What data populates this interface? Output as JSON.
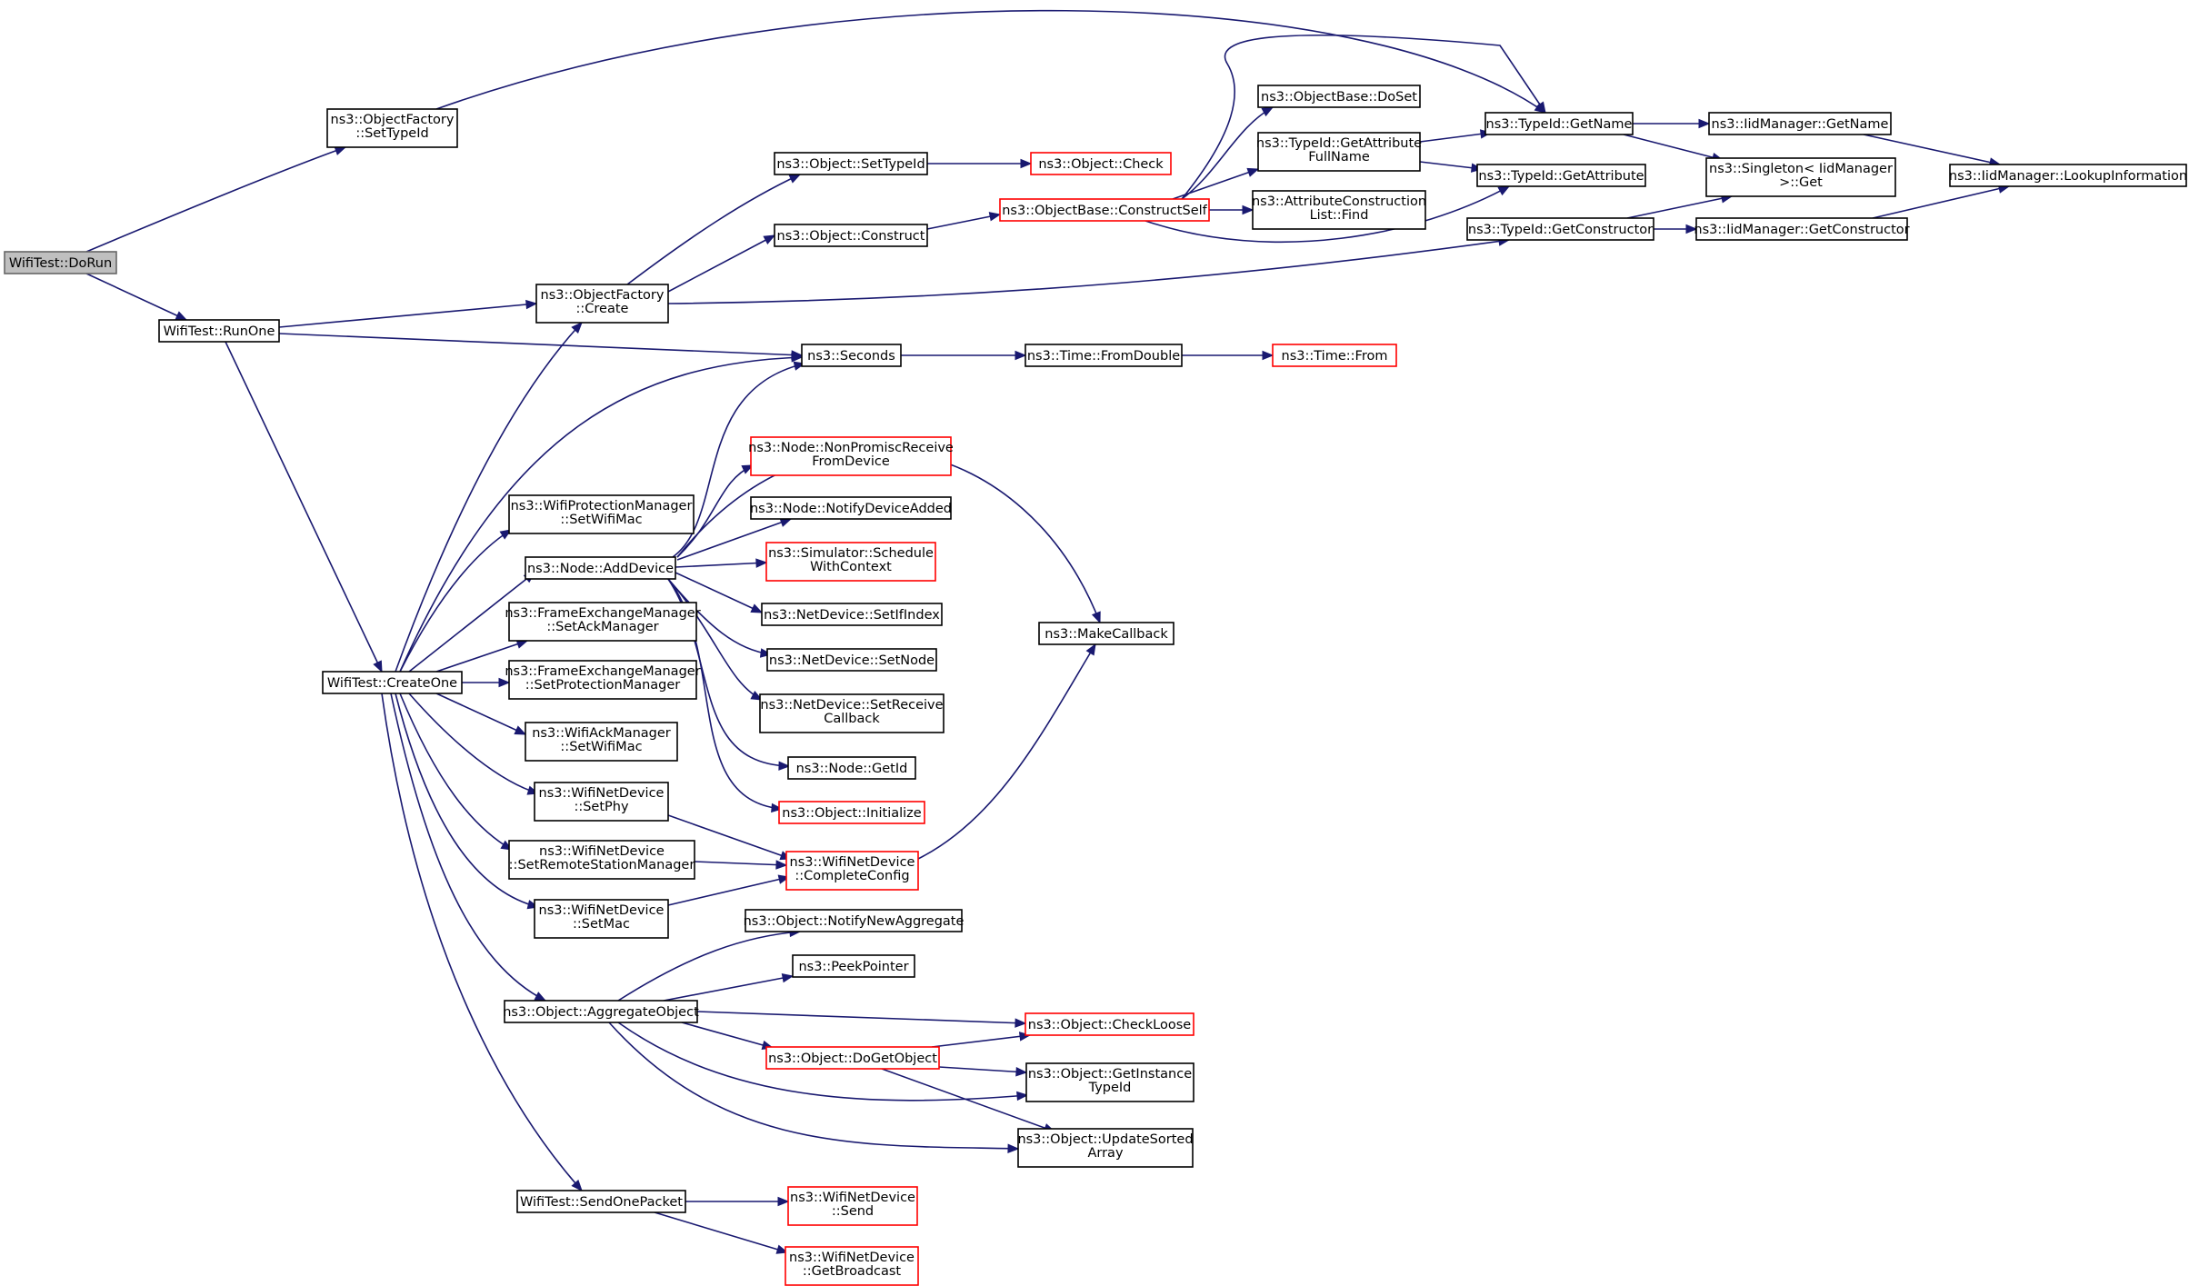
{
  "nodes": [
    {
      "id": "dorun",
      "lines": [
        "WifiTest::DoRun"
      ],
      "color": "root"
    },
    {
      "id": "runone",
      "lines": [
        "WifiTest::RunOne"
      ]
    },
    {
      "id": "of_settypeid",
      "lines": [
        "ns3::ObjectFactory",
        "::SetTypeId"
      ]
    },
    {
      "id": "of_create",
      "lines": [
        "ns3::ObjectFactory",
        "::Create"
      ]
    },
    {
      "id": "seconds",
      "lines": [
        "ns3::Seconds"
      ]
    },
    {
      "id": "createone",
      "lines": [
        "WifiTest::CreateOne"
      ]
    },
    {
      "id": "obj_settypeid",
      "lines": [
        "ns3::Object::SetTypeId"
      ]
    },
    {
      "id": "obj_construct",
      "lines": [
        "ns3::Object::Construct"
      ]
    },
    {
      "id": "obj_check",
      "lines": [
        "ns3::Object::Check"
      ],
      "color": "red"
    },
    {
      "id": "ob_constructself",
      "lines": [
        "ns3::ObjectBase::ConstructSelf"
      ],
      "color": "red"
    },
    {
      "id": "ob_doset",
      "lines": [
        "ns3::ObjectBase::DoSet"
      ]
    },
    {
      "id": "tid_getattrfull",
      "lines": [
        "ns3::TypeId::GetAttribute",
        "FullName"
      ]
    },
    {
      "id": "attrconstr_find",
      "lines": [
        "ns3::AttributeConstruction",
        "List::Find"
      ]
    },
    {
      "id": "tid_getname",
      "lines": [
        "ns3::TypeId::GetName"
      ]
    },
    {
      "id": "tid_getattribute",
      "lines": [
        "ns3::TypeId::GetAttribute"
      ]
    },
    {
      "id": "tid_getconstructor",
      "lines": [
        "ns3::TypeId::GetConstructor"
      ]
    },
    {
      "id": "iid_getname",
      "lines": [
        "ns3::IidManager::GetName"
      ]
    },
    {
      "id": "singleton_get",
      "lines": [
        "ns3::Singleton< IidManager",
        ">::Get"
      ]
    },
    {
      "id": "iid_getconstructor",
      "lines": [
        "ns3::IidManager::GetConstructor"
      ]
    },
    {
      "id": "iid_lookup",
      "lines": [
        "ns3::IidManager::LookupInformation"
      ]
    },
    {
      "id": "time_fromdouble",
      "lines": [
        "ns3::Time::FromDouble"
      ]
    },
    {
      "id": "time_from",
      "lines": [
        "ns3::Time::From"
      ],
      "color": "red"
    },
    {
      "id": "wpm_setwifimac",
      "lines": [
        "ns3::WifiProtectionManager",
        "::SetWifiMac"
      ]
    },
    {
      "id": "node_adddevice",
      "lines": [
        "ns3::Node::AddDevice"
      ]
    },
    {
      "id": "fem_setackmanager",
      "lines": [
        "ns3::FrameExchangeManager",
        "::SetAckManager"
      ]
    },
    {
      "id": "fem_setprotmanager",
      "lines": [
        "ns3::FrameExchangeManager",
        "::SetProtectionManager"
      ]
    },
    {
      "id": "wam_setwifimac",
      "lines": [
        "ns3::WifiAckManager",
        "::SetWifiMac"
      ]
    },
    {
      "id": "wnd_setphy",
      "lines": [
        "ns3::WifiNetDevice",
        "::SetPhy"
      ]
    },
    {
      "id": "wnd_setrsm",
      "lines": [
        "ns3::WifiNetDevice",
        "::SetRemoteStationManager"
      ]
    },
    {
      "id": "wnd_setmac",
      "lines": [
        "ns3::WifiNetDevice",
        "::SetMac"
      ]
    },
    {
      "id": "obj_aggregate",
      "lines": [
        "ns3::Object::AggregateObject"
      ]
    },
    {
      "id": "sendonepacket",
      "lines": [
        "WifiTest::SendOnePacket"
      ]
    },
    {
      "id": "node_nonpromisc",
      "lines": [
        "ns3::Node::NonPromiscReceive",
        "FromDevice"
      ],
      "color": "red"
    },
    {
      "id": "node_notifyadded",
      "lines": [
        "ns3::Node::NotifyDeviceAdded"
      ]
    },
    {
      "id": "sim_schedule",
      "lines": [
        "ns3::Simulator::Schedule",
        "WithContext"
      ],
      "color": "red"
    },
    {
      "id": "nd_setifindex",
      "lines": [
        "ns3::NetDevice::SetIfIndex"
      ]
    },
    {
      "id": "nd_setnode",
      "lines": [
        "ns3::NetDevice::SetNode"
      ]
    },
    {
      "id": "nd_setreceivecb",
      "lines": [
        "ns3::NetDevice::SetReceive",
        "Callback"
      ]
    },
    {
      "id": "node_getid",
      "lines": [
        "ns3::Node::GetId"
      ]
    },
    {
      "id": "obj_initialize",
      "lines": [
        "ns3::Object::Initialize"
      ],
      "color": "red"
    },
    {
      "id": "makecallback",
      "lines": [
        "ns3::MakeCallback"
      ]
    },
    {
      "id": "wnd_completeconfig",
      "lines": [
        "ns3::WifiNetDevice",
        "::CompleteConfig"
      ],
      "color": "red"
    },
    {
      "id": "obj_notifynewagg",
      "lines": [
        "ns3::Object::NotifyNewAggregate"
      ]
    },
    {
      "id": "peekpointer",
      "lines": [
        "ns3::PeekPointer"
      ]
    },
    {
      "id": "obj_checkloose",
      "lines": [
        "ns3::Object::CheckLoose"
      ],
      "color": "red"
    },
    {
      "id": "obj_dogetobject",
      "lines": [
        "ns3::Object::DoGetObject"
      ],
      "color": "red"
    },
    {
      "id": "obj_getinstancetid",
      "lines": [
        "ns3::Object::GetInstance",
        "TypeId"
      ]
    },
    {
      "id": "obj_updatesorted",
      "lines": [
        "ns3::Object::UpdateSorted",
        "Array"
      ]
    },
    {
      "id": "wnd_send",
      "lines": [
        "ns3::WifiNetDevice",
        "::Send"
      ],
      "color": "red"
    },
    {
      "id": "wnd_getbroadcast",
      "lines": [
        "ns3::WifiNetDevice",
        "::GetBroadcast"
      ],
      "color": "red"
    }
  ],
  "edges": [
    [
      "dorun",
      "of_settypeid"
    ],
    [
      "dorun",
      "runone"
    ],
    [
      "of_settypeid",
      "tid_getname"
    ],
    [
      "runone",
      "of_create"
    ],
    [
      "runone",
      "seconds"
    ],
    [
      "runone",
      "createone"
    ],
    [
      "of_create",
      "obj_settypeid"
    ],
    [
      "of_create",
      "obj_construct"
    ],
    [
      "of_create",
      "tid_getconstructor"
    ],
    [
      "obj_settypeid",
      "obj_check"
    ],
    [
      "obj_construct",
      "ob_constructself"
    ],
    [
      "ob_constructself",
      "ob_doset"
    ],
    [
      "ob_constructself",
      "tid_getattrfull"
    ],
    [
      "ob_constructself",
      "attrconstr_find"
    ],
    [
      "ob_constructself",
      "tid_getname"
    ],
    [
      "ob_constructself",
      "tid_getattribute"
    ],
    [
      "tid_getattrfull",
      "tid_getname"
    ],
    [
      "tid_getattrfull",
      "tid_getattribute"
    ],
    [
      "tid_getname",
      "iid_getname"
    ],
    [
      "tid_getname",
      "singleton_get"
    ],
    [
      "tid_getconstructor",
      "singleton_get"
    ],
    [
      "tid_getconstructor",
      "iid_getconstructor"
    ],
    [
      "iid_getname",
      "iid_lookup"
    ],
    [
      "iid_getconstructor",
      "iid_lookup"
    ],
    [
      "seconds",
      "time_fromdouble"
    ],
    [
      "time_fromdouble",
      "time_from"
    ],
    [
      "createone",
      "of_create"
    ],
    [
      "createone",
      "seconds"
    ],
    [
      "createone",
      "wpm_setwifimac"
    ],
    [
      "createone",
      "node_adddevice"
    ],
    [
      "createone",
      "fem_setackmanager"
    ],
    [
      "createone",
      "fem_setprotmanager"
    ],
    [
      "createone",
      "wam_setwifimac"
    ],
    [
      "createone",
      "wnd_setphy"
    ],
    [
      "createone",
      "wnd_setrsm"
    ],
    [
      "createone",
      "wnd_setmac"
    ],
    [
      "createone",
      "obj_aggregate"
    ],
    [
      "createone",
      "sendonepacket"
    ],
    [
      "node_adddevice",
      "seconds"
    ],
    [
      "node_adddevice",
      "node_nonpromisc"
    ],
    [
      "node_adddevice",
      "node_notifyadded"
    ],
    [
      "node_adddevice",
      "sim_schedule"
    ],
    [
      "node_adddevice",
      "nd_setifindex"
    ],
    [
      "node_adddevice",
      "nd_setnode"
    ],
    [
      "node_adddevice",
      "nd_setreceivecb"
    ],
    [
      "node_adddevice",
      "node_getid"
    ],
    [
      "node_adddevice",
      "obj_initialize"
    ],
    [
      "node_adddevice",
      "makecallback"
    ],
    [
      "wnd_setphy",
      "wnd_completeconfig"
    ],
    [
      "wnd_setrsm",
      "wnd_completeconfig"
    ],
    [
      "wnd_setmac",
      "wnd_completeconfig"
    ],
    [
      "wnd_completeconfig",
      "makecallback"
    ],
    [
      "obj_aggregate",
      "obj_notifynewagg"
    ],
    [
      "obj_aggregate",
      "peekpointer"
    ],
    [
      "obj_aggregate",
      "obj_checkloose"
    ],
    [
      "obj_aggregate",
      "obj_dogetobject"
    ],
    [
      "obj_aggregate",
      "obj_getinstancetid"
    ],
    [
      "obj_aggregate",
      "obj_updatesorted"
    ],
    [
      "obj_dogetobject",
      "obj_checkloose"
    ],
    [
      "obj_dogetobject",
      "obj_getinstancetid"
    ],
    [
      "obj_dogetobject",
      "obj_updatesorted"
    ],
    [
      "sendonepacket",
      "wnd_send"
    ],
    [
      "sendonepacket",
      "wnd_getbroadcast"
    ]
  ]
}
